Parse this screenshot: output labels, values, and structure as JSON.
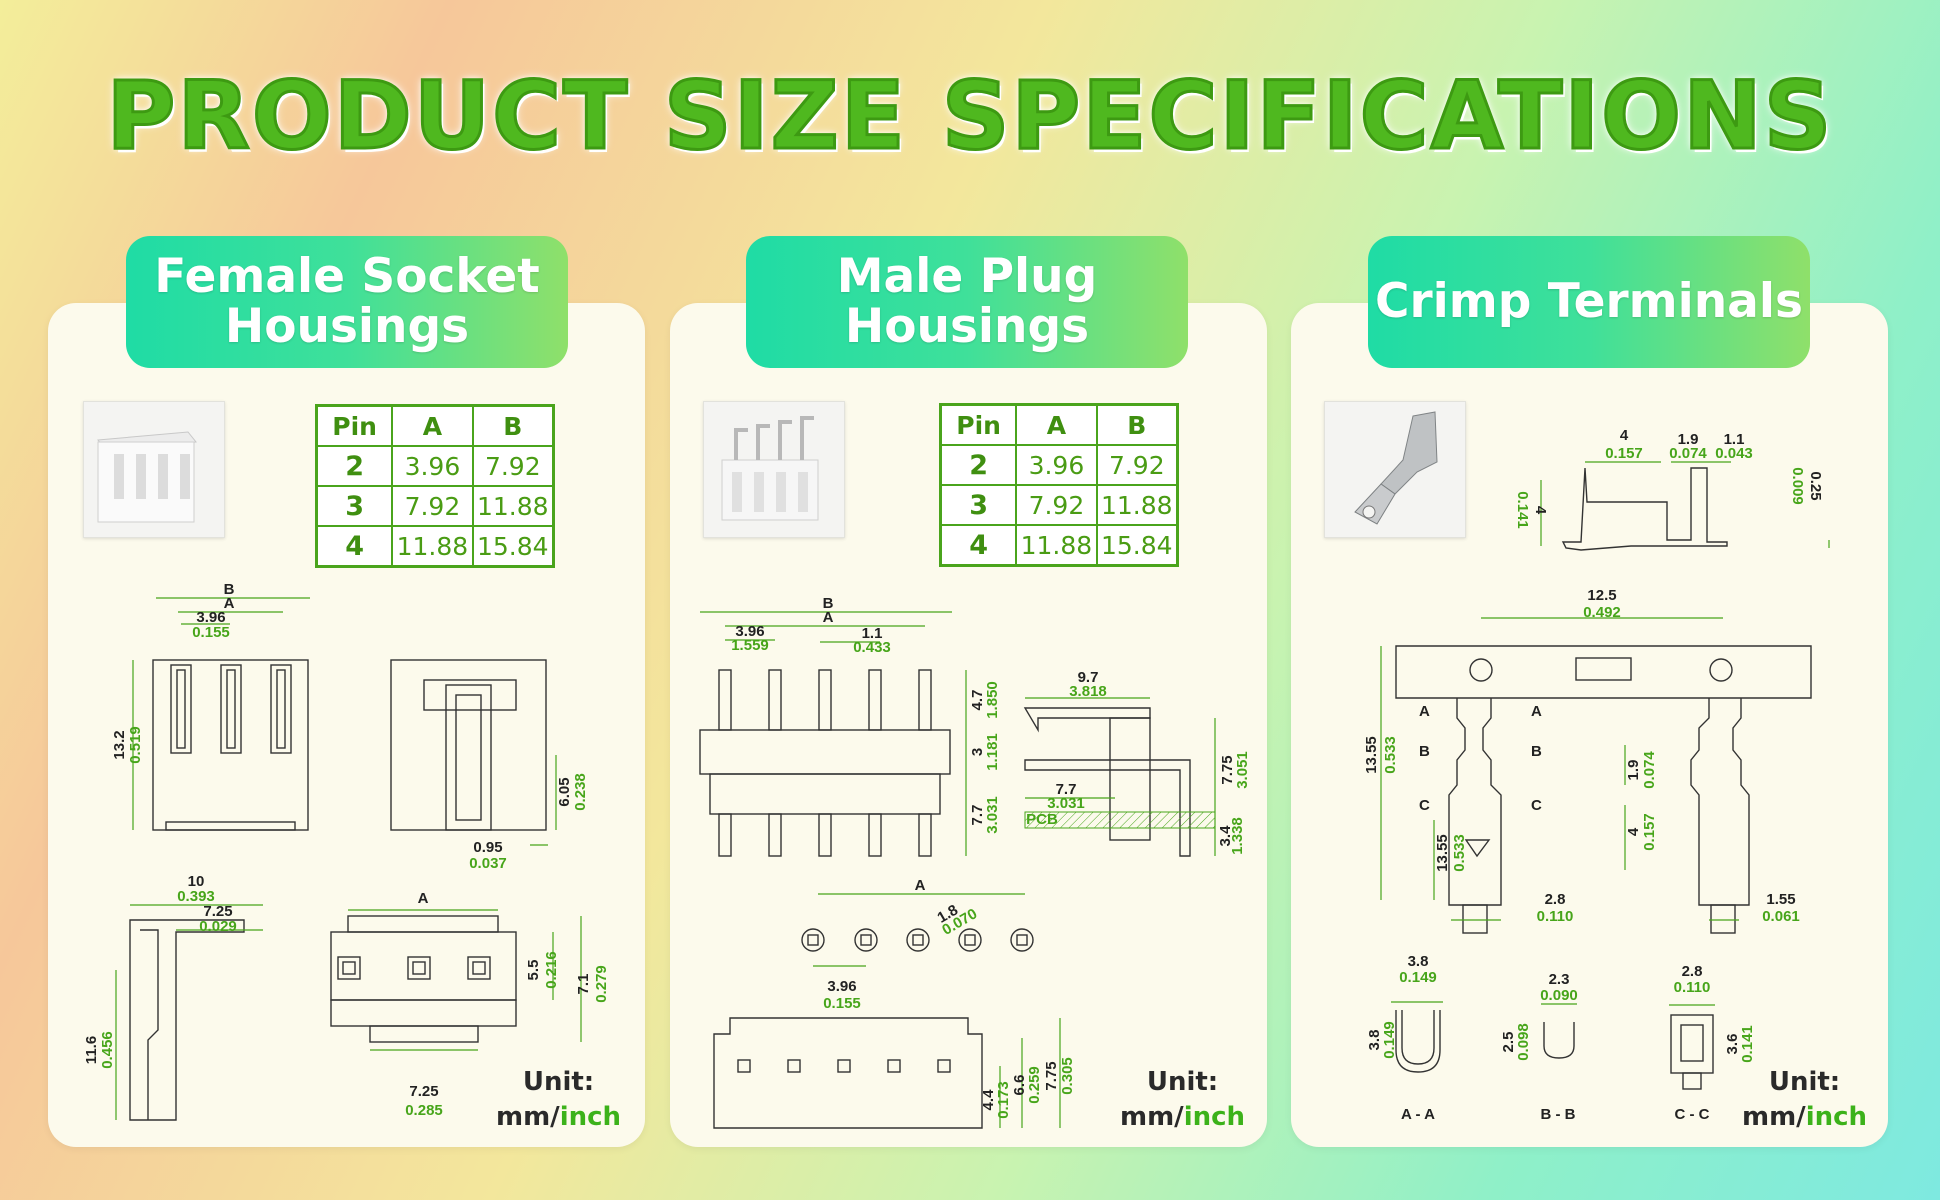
{
  "title": "PRODUCT SIZE SPECIFICATIONS",
  "panels": [
    {
      "tag_line1": "Female Socket",
      "tag_line2": "Housings",
      "table": {
        "headers": [
          "Pin",
          "A",
          "B"
        ],
        "rows": [
          [
            "2",
            "3.96",
            "7.92"
          ],
          [
            "3",
            "7.92",
            "11.88"
          ],
          [
            "4",
            "11.88",
            "15.84"
          ]
        ]
      },
      "unit_label": "Unit:",
      "unit_mm": "mm/",
      "unit_inch": "inch"
    },
    {
      "tag_line1": "Male Plug",
      "tag_line2": "Housings",
      "table": {
        "headers": [
          "Pin",
          "A",
          "B"
        ],
        "rows": [
          [
            "2",
            "3.96",
            "7.92"
          ],
          [
            "3",
            "7.92",
            "11.88"
          ],
          [
            "4",
            "11.88",
            "15.84"
          ]
        ]
      },
      "unit_label": "Unit:",
      "unit_mm": "mm/",
      "unit_inch": "inch"
    },
    {
      "tag_line1": "Crimp Terminals",
      "unit_label": "Unit:",
      "unit_mm": "mm/",
      "unit_inch": "inch"
    }
  ],
  "dims": {
    "fs": {
      "B": "B",
      "A": "A",
      "pitch_mm": "3.96",
      "pitch_in": "0.155",
      "h_mm": "13.2",
      "h_in": "0.519",
      "side_mm": "6.05",
      "side_in": "0.238",
      "t_mm": "0.95",
      "t_in": "0.037",
      "w_mm": "10",
      "w_in": "0.393",
      "w2_mm": "7.25",
      "w2_in": "0.029",
      "ht_mm": "11.6",
      "ht_in": "0.456",
      "topA": "A",
      "h5_mm": "5.5",
      "h5_in": "0.216",
      "h7_mm": "7.1",
      "h7_in": "0.279",
      "bw_mm": "7.25",
      "bw_in": "0.285"
    },
    "mp": {
      "B": "B",
      "A": "A",
      "pitch_mm": "3.96",
      "pitch_in": "1.559",
      "pin_mm": "1.1",
      "pin_in": "0.433",
      "h47_mm": "4.7",
      "h47_in": "1.850",
      "h3_mm": "3",
      "h3_in": "1.181",
      "h77_mm": "7.7",
      "h77_in": "3.031",
      "s97_mm": "9.7",
      "s97_in": "3.818",
      "s77_mm": "7.7",
      "s77_in": "3.031",
      "s775_mm": "7.75",
      "s775_in": "3.051",
      "pcb": "PCB",
      "s34_mm": "3.4",
      "s34_in": "1.338",
      "holeA": "A",
      "hole_mm": "1.8",
      "hole_in": "0.070",
      "hp_mm": "3.96",
      "hp_in": "0.155",
      "b44_mm": "4.4",
      "b44_in": "0.173",
      "b66_mm": "6.6",
      "b66_in": "0.259",
      "b775_mm": "7.75",
      "b775_in": "0.305"
    },
    "ct": {
      "w4_mm": "4",
      "w4_in": "0.157",
      "w19_mm": "1.9",
      "w19_in": "0.074",
      "w11_mm": "1.1",
      "w11_in": "0.043",
      "h4_mm": "4",
      "h4_in": "0.141",
      "t025_mm": "0.25",
      "t025_in": "0.009",
      "p125_mm": "12.5",
      "p125_in": "0.492",
      "l1355_mm": "13.55",
      "l1355_in": "0.533",
      "l1355b_mm": "13.55",
      "l1355b_in": "0.533",
      "r19_mm": "1.9",
      "r19_in": "0.074",
      "r4_mm": "4",
      "r4_in": "0.157",
      "w28_mm": "2.8",
      "w28_in": "0.110",
      "w155_mm": "1.55",
      "w155_in": "0.061",
      "secA": "A",
      "secB": "B",
      "secC": "C",
      "aa_w_mm": "3.8",
      "aa_w_in": "0.149",
      "aa_h_mm": "3.8",
      "aa_h_in": "0.149",
      "aa_label": "A - A",
      "bb_w_mm": "2.3",
      "bb_w_in": "0.090",
      "bb_h_mm": "2.5",
      "bb_h_in": "0.098",
      "bb_label": "B - B",
      "cc_w_mm": "2.8",
      "cc_w_in": "0.110",
      "cc_h_mm": "3.6",
      "cc_h_in": "0.141",
      "cc_label": "C - C"
    }
  }
}
